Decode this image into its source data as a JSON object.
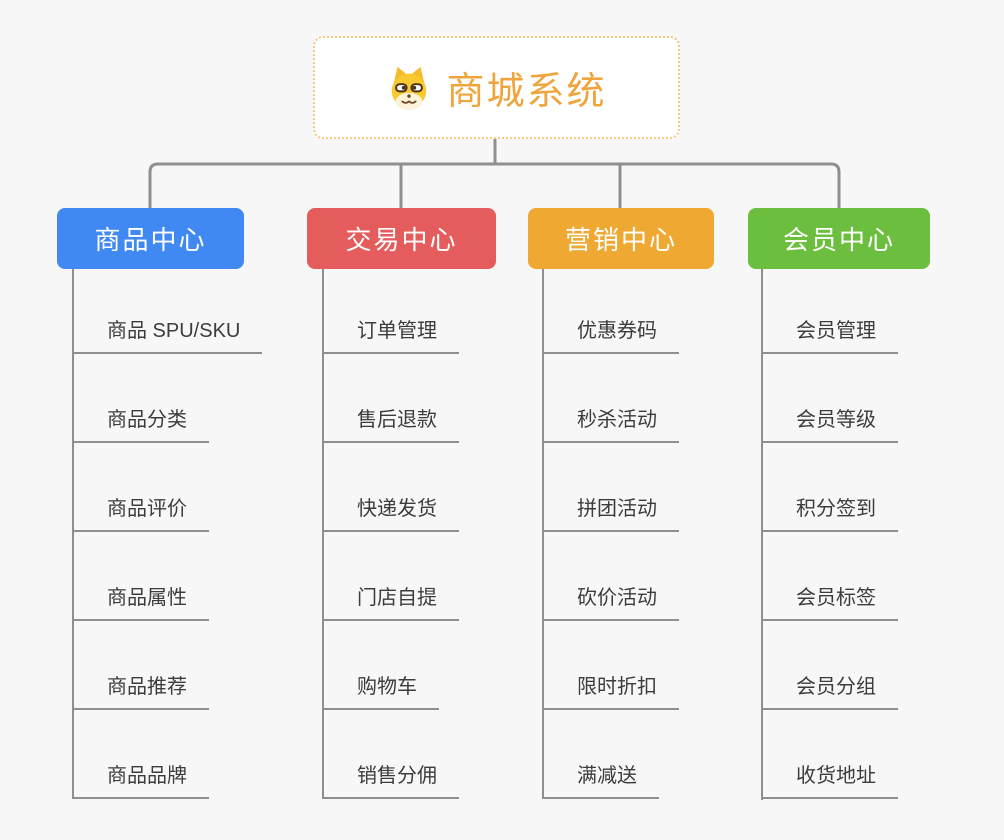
{
  "page": {
    "background": "#f7f7f7",
    "connector_color": "#8f8f8f",
    "underline_color": "#8f8f8f",
    "item_text_color": "#3c3c3c"
  },
  "root": {
    "label": "商城系统",
    "icon": "dog-face-icon",
    "background": "#ffffff",
    "border_color": "#f4c97e",
    "text_color": "#f0a53c"
  },
  "branches": [
    {
      "label": "商品中心",
      "color": "#4189f2",
      "items": [
        "商品 SPU/SKU",
        "商品分类",
        "商品评价",
        "商品属性",
        "商品推荐",
        "商品品牌"
      ]
    },
    {
      "label": "交易中心",
      "color": "#e45c5c",
      "items": [
        "订单管理",
        "售后退款",
        "快递发货",
        "门店自提",
        "购物车",
        "销售分佣"
      ]
    },
    {
      "label": "营销中心",
      "color": "#efa933",
      "items": [
        "优惠券码",
        "秒杀活动",
        "拼团活动",
        "砍价活动",
        "限时折扣",
        "满减送"
      ]
    },
    {
      "label": "会员中心",
      "color": "#6cbe3f",
      "items": [
        "会员管理",
        "会员等级",
        "积分签到",
        "会员标签",
        "会员分组",
        "收货地址"
      ]
    }
  ]
}
